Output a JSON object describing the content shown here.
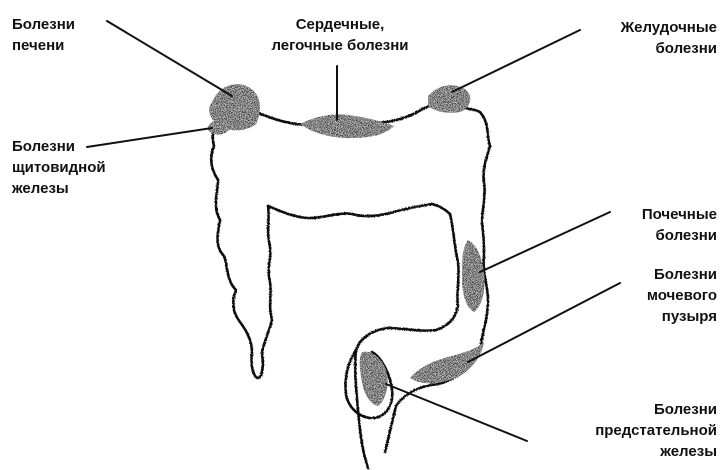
{
  "labels": {
    "liver": [
      "Болезни",
      "печени"
    ],
    "heart_lungs": [
      "Сердечные,",
      "легочные болезни"
    ],
    "stomach": [
      "Желудочные",
      "болезни"
    ],
    "thyroid": [
      "Болезни",
      "щитовидной",
      "железы"
    ],
    "kidney": [
      "Почечные",
      "болезни"
    ],
    "bladder": [
      "Болезни",
      "мочевого",
      "пузыря"
    ],
    "prostate": [
      "Болезни",
      "предстательной",
      "железы"
    ]
  },
  "colors": {
    "line": "#111111",
    "shade": "#2a2a2a",
    "background": "#ffffff"
  }
}
